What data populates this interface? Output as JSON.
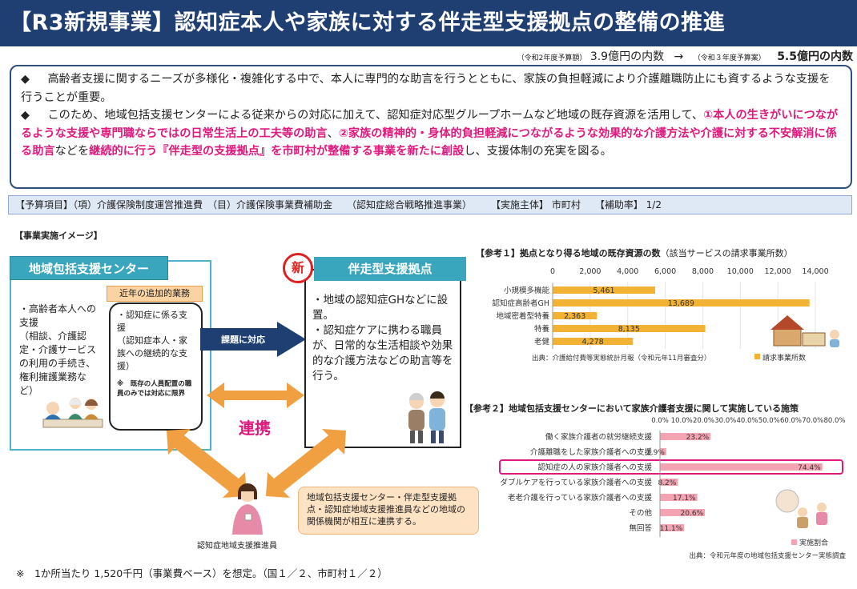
{
  "title": "【R3新規事業】認知症本人や家族に対する伴走型支援拠点の整備の推進",
  "budget": {
    "prev_label": "（令和2年度予算額）",
    "prev_value": "3.9億円の内数",
    "arrow": "→",
    "next_label": "（令和３年度予算案）",
    "next_value": "5.5億円の内数"
  },
  "summary": {
    "bullet": "◆",
    "p1": "高齢者支援に関するニーズが多様化・複雑化する中で、本人に専門的な助言を行うとともに、家族の負担軽減により介護離職防止にも資するような支援を行うことが重要。",
    "p2_a": "このため、地域包括支援センターによる従来からの対応に加えて、認知症対応型グループホームなど地域の既存資源を活用して、",
    "p2_b": "①本人の生きがいにつながるような支援や専門職ならではの日常生活上の工夫等の助言",
    "p2_c": "、",
    "p2_d": "②家族の精神的・身体的負担軽減につながるような効果的な介護方法や介護に対する不安解消に係る助言",
    "p2_e": "などを",
    "p2_f": "継続的に行う『伴走型の支援拠点』を市町村が整備する事業を新たに創設",
    "p2_g": "し、支援体制の充実を図る。"
  },
  "budget_item": "【予算項目】（項）介護保険制度運営推進費　（目）介護保険事業費補助金　　（認知症総合戦略推進事業）　　　【実施主体】 市町村　　【補助率】 1/2",
  "image_heading": "【事業実施イメージ】",
  "left_box": {
    "title": "地域包括支援センター",
    "desc": "・高齢者本人への支援\n（相談、介護認定・介護サービスの利用の手続き、権利擁護業務など）",
    "add_tag": "近年の追加的業務",
    "add_text": "・認知症に係る支援\n（認知症本人・家族への継続的な支援）",
    "add_note": "※　既存の人員配置の職員のみでは対応に限界"
  },
  "arrow_label": "課題に対応",
  "right_box": {
    "badge": "新",
    "title": "伴走型支援拠点",
    "text": "・地域の認知症GHなどに設置。\n・認知症ケアに携わる職員が、日常的な生活相談や効果的な介護方法などの助言等を行う。"
  },
  "renkei": "連携",
  "ninchi_label": "認知症地域支援推進員",
  "info_box": "地域包括支援センター・伴走型支援拠点・認知症地域支援推進員などの地域の関係機関が相互に連携する。",
  "footnote": "※　1か所当たり 1,520千円（事業費ベース）を想定。（国１／２、市町村１／２）",
  "colors": {
    "title_bg": "#1f3f73",
    "accent": "#e0197d",
    "teal": "#3aa6bd",
    "bar1": "#f2b233",
    "bar2": "#f4a3b3"
  },
  "chart_data": [
    {
      "type": "bar",
      "title": "【参考１】拠点となり得る地域の既存資源の数",
      "subtitle": "（該当サービスの請求事業所数）",
      "categories": [
        "小規模多機能",
        "認知症高齢者GH",
        "地域密着型特養",
        "特養",
        "老健"
      ],
      "values": [
        5461,
        13689,
        2363,
        8135,
        4278
      ],
      "value_labels": [
        "5,461",
        "13,689",
        "2,363",
        "8,135",
        "4,278"
      ],
      "xticks": [
        "0",
        "2,000",
        "4,000",
        "6,000",
        "8,000",
        "10,000",
        "12,000",
        "14,000"
      ],
      "xlim": [
        0,
        14000
      ],
      "legend": "請求事業所数",
      "source": "出典：介護給付費等実態統計月報（令和元年11月審査分）"
    },
    {
      "type": "bar",
      "title": "【参考２】地域包括支援センターにおいて家族介護者支援に関して実施している施策",
      "categories": [
        "働く家族介護者の就労継続支援",
        "介護離職をした家族介護者への支援",
        "認知症の人の家族介護者への支援",
        "ダブルケアを行っている家族介護者への支援",
        "老老介護を行っている家族介護者への支援",
        "その他",
        "無回答"
      ],
      "values": [
        23.2,
        2.9,
        74.4,
        8.2,
        17.1,
        20.6,
        11.1
      ],
      "value_labels": [
        "23.2%",
        "2.9%",
        "74.4%",
        "8.2%",
        "17.1%",
        "20.6%",
        "11.1%"
      ],
      "xticks": [
        "0.0%",
        "10.0%",
        "20.0%",
        "30.0%",
        "40.0%",
        "50.0%",
        "60.0%",
        "70.0%",
        "80.0%"
      ],
      "xlim": [
        0,
        80
      ],
      "highlight_index": 2,
      "legend": "実施割合",
      "source": "出典：令和元年度の地域包括支援センター実態調査"
    }
  ]
}
